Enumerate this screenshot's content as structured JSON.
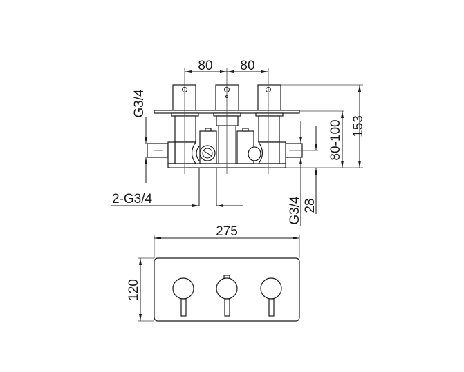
{
  "title": "Three-handle concealed mixer valve technical drawing",
  "side_view": {
    "spacing_left": "80",
    "spacing_right": "80",
    "inlet_left": "G3/4",
    "outlet": "2-G3/4",
    "installation_depth": "80-100",
    "total_depth": "153",
    "inlet_right": "G3/4",
    "inlet_offset": "28"
  },
  "front_view": {
    "width": "275",
    "height": "120"
  }
}
